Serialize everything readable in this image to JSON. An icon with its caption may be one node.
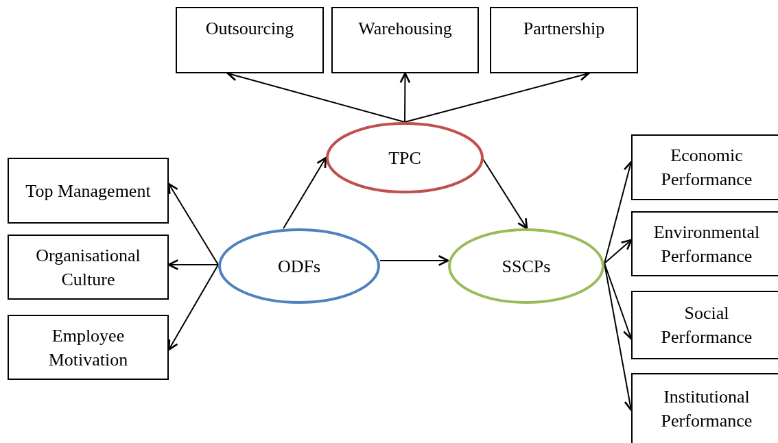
{
  "diagram": {
    "nodes": [
      {
        "text": [
          "Outsourcing"
        ]
      },
      {
        "text": [
          "Warehousing"
        ]
      },
      {
        "text": [
          "Partnership"
        ]
      },
      {
        "text": [
          "TPC"
        ]
      },
      {
        "text": [
          "Top Management"
        ]
      },
      {
        "text": [
          "Organisational Culture"
        ]
      },
      {
        "text": [
          "Employee Motivation"
        ]
      },
      {
        "text": [
          "ODFs"
        ]
      },
      {
        "text": [
          "SSCPs"
        ]
      },
      {
        "text": [
          "Economic Performance"
        ]
      },
      {
        "text": [
          "Environmental Performance"
        ]
      },
      {
        "text": [
          "Social Performance"
        ]
      },
      {
        "text": [
          "Institutional Performance"
        ]
      }
    ],
    "edges": [
      {
        "from": 3,
        "to": 0,
        "arrow": "to"
      },
      {
        "from": 3,
        "to": 1,
        "arrow": "to"
      },
      {
        "from": 3,
        "to": 2,
        "arrow": "to"
      },
      {
        "from": 7,
        "to": 3,
        "arrow": "to"
      },
      {
        "from": 3,
        "to": 8,
        "arrow": "to"
      },
      {
        "from": 7,
        "to": 8,
        "arrow": "to"
      },
      {
        "from": 7,
        "to": 4,
        "arrow": "to"
      },
      {
        "from": 7,
        "to": 5,
        "arrow": "to"
      },
      {
        "from": 7,
        "to": 6,
        "arrow": "to"
      },
      {
        "from": 8,
        "to": 9,
        "arrow": "to"
      },
      {
        "from": 8,
        "to": 10,
        "arrow": "to"
      },
      {
        "from": 8,
        "to": 11,
        "arrow": "to"
      },
      {
        "from": 8,
        "to": 12,
        "arrow": "to"
      }
    ]
  }
}
